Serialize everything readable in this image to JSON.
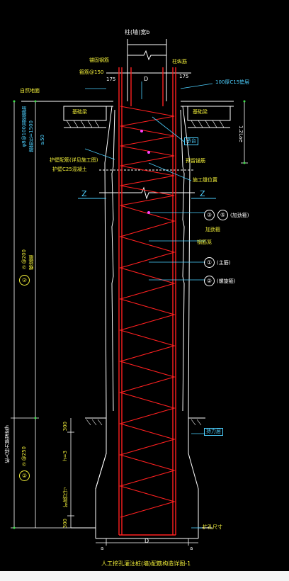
{
  "top_label": "柱(墙)宽b",
  "dimensions": {
    "D_top": "D",
    "D_bottom": "D",
    "left_175": "175",
    "right_175": "175",
    "depth_1200": "1.2Lae",
    "bell_300": "300",
    "bell_h": "h=3",
    "bell_bottom_300": "300",
    "a_left": "a",
    "a_right": "a"
  },
  "left_labels": {
    "ground": "自然地面",
    "stirrup": "φ8@100加密箍筋",
    "rebar": "箍筋长=1500",
    "ring": "≥50",
    "spiral_200": "②@200",
    "spiral_note": "螺旋箍",
    "pile_len": "桩入持力层深度h",
    "spiral_250": "②@250",
    "bell_side": "扩底尺寸"
  },
  "right_labels": {
    "cover": "100厚C15垫层",
    "cap_beam": "基础梁",
    "cap": "承台",
    "cast_in": "预留锚筋",
    "joint": "施工缝位置",
    "ring_rebar": "加劲箍",
    "main_rebar": "主筋",
    "steel_note": "钢筋笼",
    "bearing": "持力层",
    "hole_size": "扩孔尺寸"
  },
  "top_notes": {
    "anchor": "锚固钢筋",
    "anchor2": "箍筋@150",
    "col_rebar": "柱纵筋"
  },
  "mid_notes": {
    "wall_ring": "护壁配筋(详见施工图)",
    "mid_text": "护壁C25混凝土"
  },
  "section_mark": "Z",
  "circles": [
    "①",
    "②",
    "③",
    "⑤"
  ],
  "circle_notes": {
    "c1": "(主筋)",
    "c2": "(螺旋箍)",
    "c35": "(加劲箍)"
  },
  "left_circle_top": "②",
  "left_circle_bottom": "②",
  "bottom_title": "人工挖孔灌注桩(墙)配筋构造详图-1"
}
